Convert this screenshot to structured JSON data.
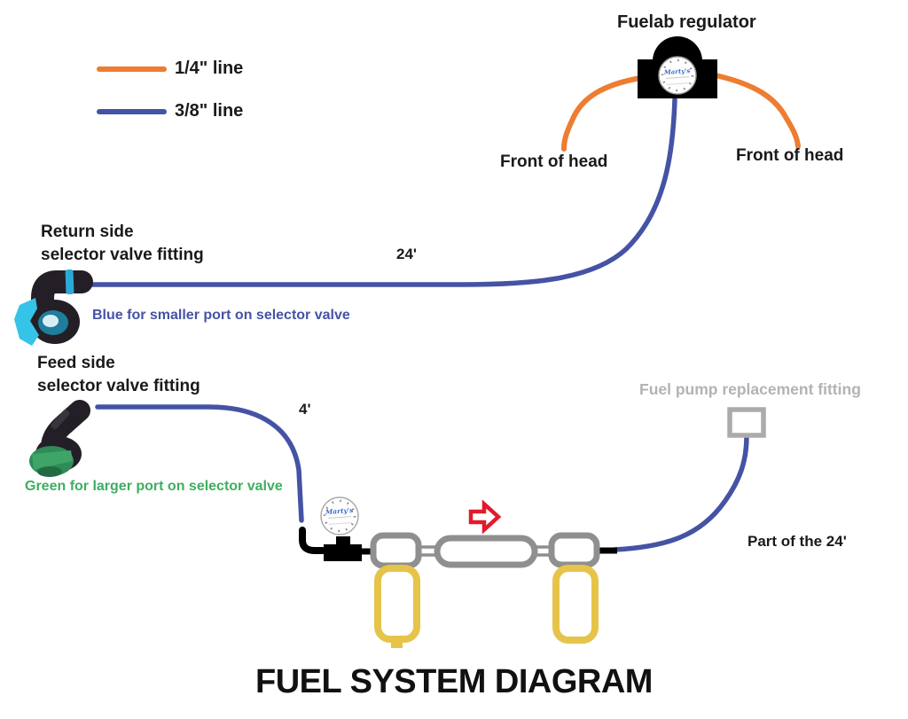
{
  "title": "FUEL SYSTEM DIAGRAM",
  "legend": {
    "quarter_label": "1/4\" line",
    "three_eighth_label": "3/8\" line"
  },
  "regulator": {
    "label": "Fuelab regulator",
    "gauge_logo": "Marty's"
  },
  "front_of_head_left": "Front of head",
  "front_of_head_right": "Front of head",
  "return_fitting": {
    "label_line1": "Return side",
    "label_line2": "selector valve fitting",
    "note": "Blue for smaller port on selector valve",
    "length_label": "24'"
  },
  "feed_fitting": {
    "label_line1": "Feed side",
    "label_line2": "selector valve fitting",
    "note": "Green for larger port on selector valve",
    "length_label": "4'"
  },
  "fuel_pump_fitting": {
    "label": "Fuel pump replacement fitting",
    "length_note": "Part of the 24'"
  },
  "inline_gauge": {
    "gauge_logo": "Marty's"
  },
  "colors": {
    "quarter_line_orange": "#ED7D31",
    "three_eighth_line_blue": "#4553A5",
    "blue_note_text": "#4553A5",
    "green_note_text": "#3EAE60",
    "gray_component": "#8F8F8F",
    "gray_label_text": "#B3B3B3",
    "yellow_canister": "#E6C44A",
    "red_arrow": "#E01B2E",
    "black": "#000000"
  }
}
